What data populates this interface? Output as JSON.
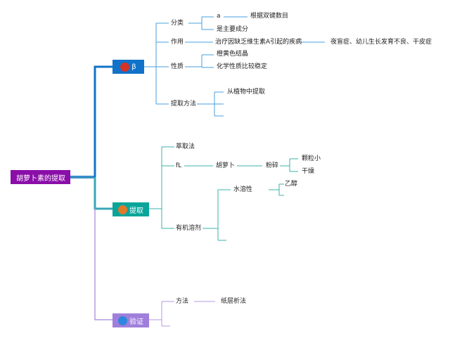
{
  "root": {
    "label": "胡萝卜素的提取"
  },
  "branches": [
    {
      "label": "β",
      "color": "#1172c9",
      "icon": "red-circle-icon",
      "icon_color": "#d63327",
      "children": {
        "fenlei": "分类",
        "fenlei_a": "a",
        "fenlei_a_sub": "根据双键数目",
        "fenlei_b": "是主要成分",
        "zuoyong": "作用",
        "zuoyong_1": "治疗因缺乏维生素A引起的疾病",
        "zuoyong_2": "夜盲症、幼儿生长发育不良、干皮症",
        "xingzhi": "性质",
        "xingzhi_1": "橙黄色结晶",
        "xingzhi_2": "化学性质比较稳定",
        "tiqu": "提取方法",
        "tiqu_1": "从植物中提取"
      }
    },
    {
      "label": "提取",
      "color": "#09a59a",
      "icon": "orange-circle-icon",
      "icon_color": "#e07a2a",
      "children": {
        "cuiqu": "萃取法",
        "liu": "fL",
        "huluobo": "胡萝卜",
        "fensui": "粉碎",
        "keli": "颗粒小",
        "ganzao": "干燥",
        "youji": "有机溶剂",
        "shuirong": "水溶性",
        "yimi": "乙醇"
      }
    },
    {
      "label": "验证",
      "color": "#9f7fdb",
      "icon": "blue-circle-icon",
      "icon_color": "#2e86de",
      "children": {
        "fangfa": "方法",
        "zhiceng": "纸层析法"
      }
    }
  ],
  "colors": {
    "root": "#8a0ea8",
    "b1_line": "#1172c9",
    "b2_line": "#3aa6b9",
    "b3_line": "#b39ae0",
    "leaf_line_1": "#4a9fe0",
    "leaf_line_2": "#3bb3a8",
    "leaf_line_3": "#b39ae0"
  }
}
